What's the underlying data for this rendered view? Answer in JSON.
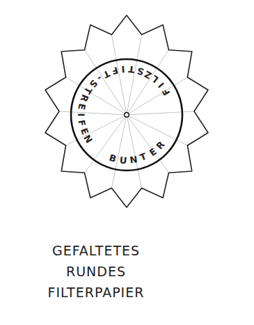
{
  "diagram": {
    "caption": "GEFALTETES RUNDES FILTERPAPIER",
    "labels": [
      "FILZSTIFT-STREIFEN",
      "BUNTER"
    ]
  }
}
